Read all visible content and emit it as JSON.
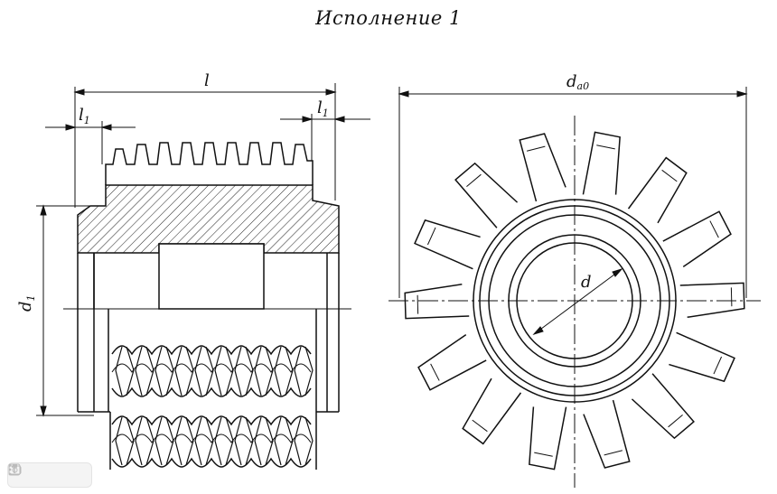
{
  "title": "Исполнение 1",
  "labels": {
    "l": "l",
    "l1": "l",
    "l1_sub": "1",
    "d1": "d",
    "d1_sub": "1",
    "dao": "d",
    "dao_sub": "a0",
    "d": "d"
  },
  "toolbar": {
    "text_icon": "text-icon",
    "camera_icon": "camera-icon",
    "more_icon": "more-icon"
  }
}
